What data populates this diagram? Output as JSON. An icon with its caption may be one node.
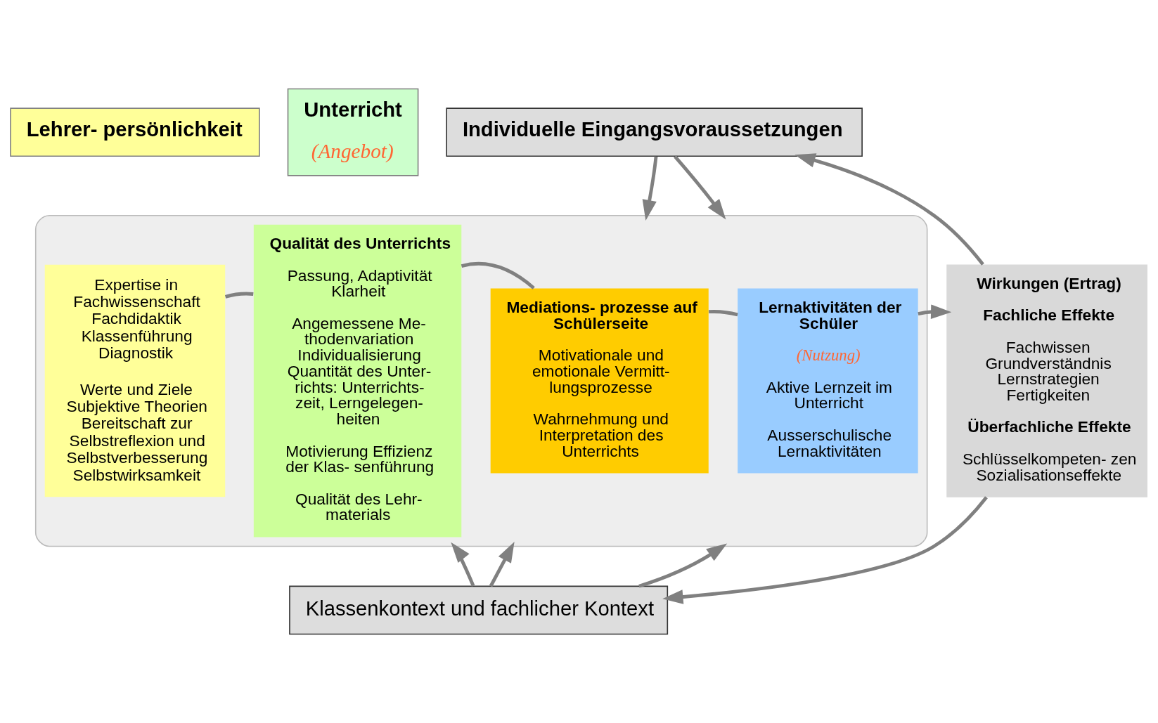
{
  "diagram": {
    "nodes": [
      {
        "text": [
          "Lehrer- persönlichkeit"
        ]
      },
      {
        "text": [
          "Unterricht",
          "(Angebot)"
        ]
      },
      {
        "text": [
          "Individuelle Eingangsvoraussetzungen"
        ]
      },
      {
        "text": [],
        "shape": "box"
      },
      {
        "text": [
          "Expertise in Fachwissenschaft Fachdidaktik Klassenführung Diagnostik",
          "Werte und Ziele Subjektive Theorien Bereitschaft zur Selbstreflexion und Selbstverbesserung Selbstwirksamkeit"
        ],
        "in": 3
      },
      {
        "text": [
          "Qualität des Unterrichts",
          "Passung, Adaptivität Klarheit",
          "Angemessene Me- thodenvariation Individualisierung Quantität des Unter- richts: Unterrichts- zeit, Lerngelegen- heiten",
          "Motivierung Effizienz der Klas- senführung",
          "Qualität des Lehr- materials"
        ],
        "in": 3
      },
      {
        "text": [
          "Mediations- prozesse auf Schülerseite",
          "Motivationale und emotionale Vermitt- lungsprozesse",
          "Wahrnehmung und Interpretation des Unterrichts"
        ],
        "in": 3
      },
      {
        "text": [
          "Lernaktivitäten der Schüler",
          "(Nutzung)",
          "Aktive Lernzeit im Unterricht",
          "Ausserschulische Lernaktivitäten"
        ],
        "in": 3
      },
      {
        "text": [
          "Wirkungen (Ertrag)",
          "Fachliche Effekte",
          "Fachwissen Grundverständnis Lernstrategien Fertigkeiten",
          "Überfachliche Effekte",
          "Schlüsselkompeten- zen Sozialisationseffekte"
        ]
      },
      {
        "text": [
          "Klassenkontext und fachlicher Kontext"
        ]
      }
    ],
    "edges": [
      {
        "from": 4,
        "to": 5,
        "arrow": "none"
      },
      {
        "from": 5,
        "to": 6,
        "arrow": "none"
      },
      {
        "from": 6,
        "to": 7,
        "arrow": "none"
      },
      {
        "from": 7,
        "to": 8,
        "arrow": "to"
      },
      {
        "from": 2,
        "to": 3,
        "arrow": "to"
      },
      {
        "from": 2,
        "to": 3,
        "arrow": "to"
      },
      {
        "from": 9,
        "to": 3,
        "arrow": "to"
      },
      {
        "from": 9,
        "to": 3,
        "arrow": "to"
      },
      {
        "from": 9,
        "to": 3,
        "arrow": "to"
      },
      {
        "from": 8,
        "to": 2,
        "arrow": "to"
      },
      {
        "from": 8,
        "to": 9,
        "arrow": "to"
      }
    ]
  }
}
